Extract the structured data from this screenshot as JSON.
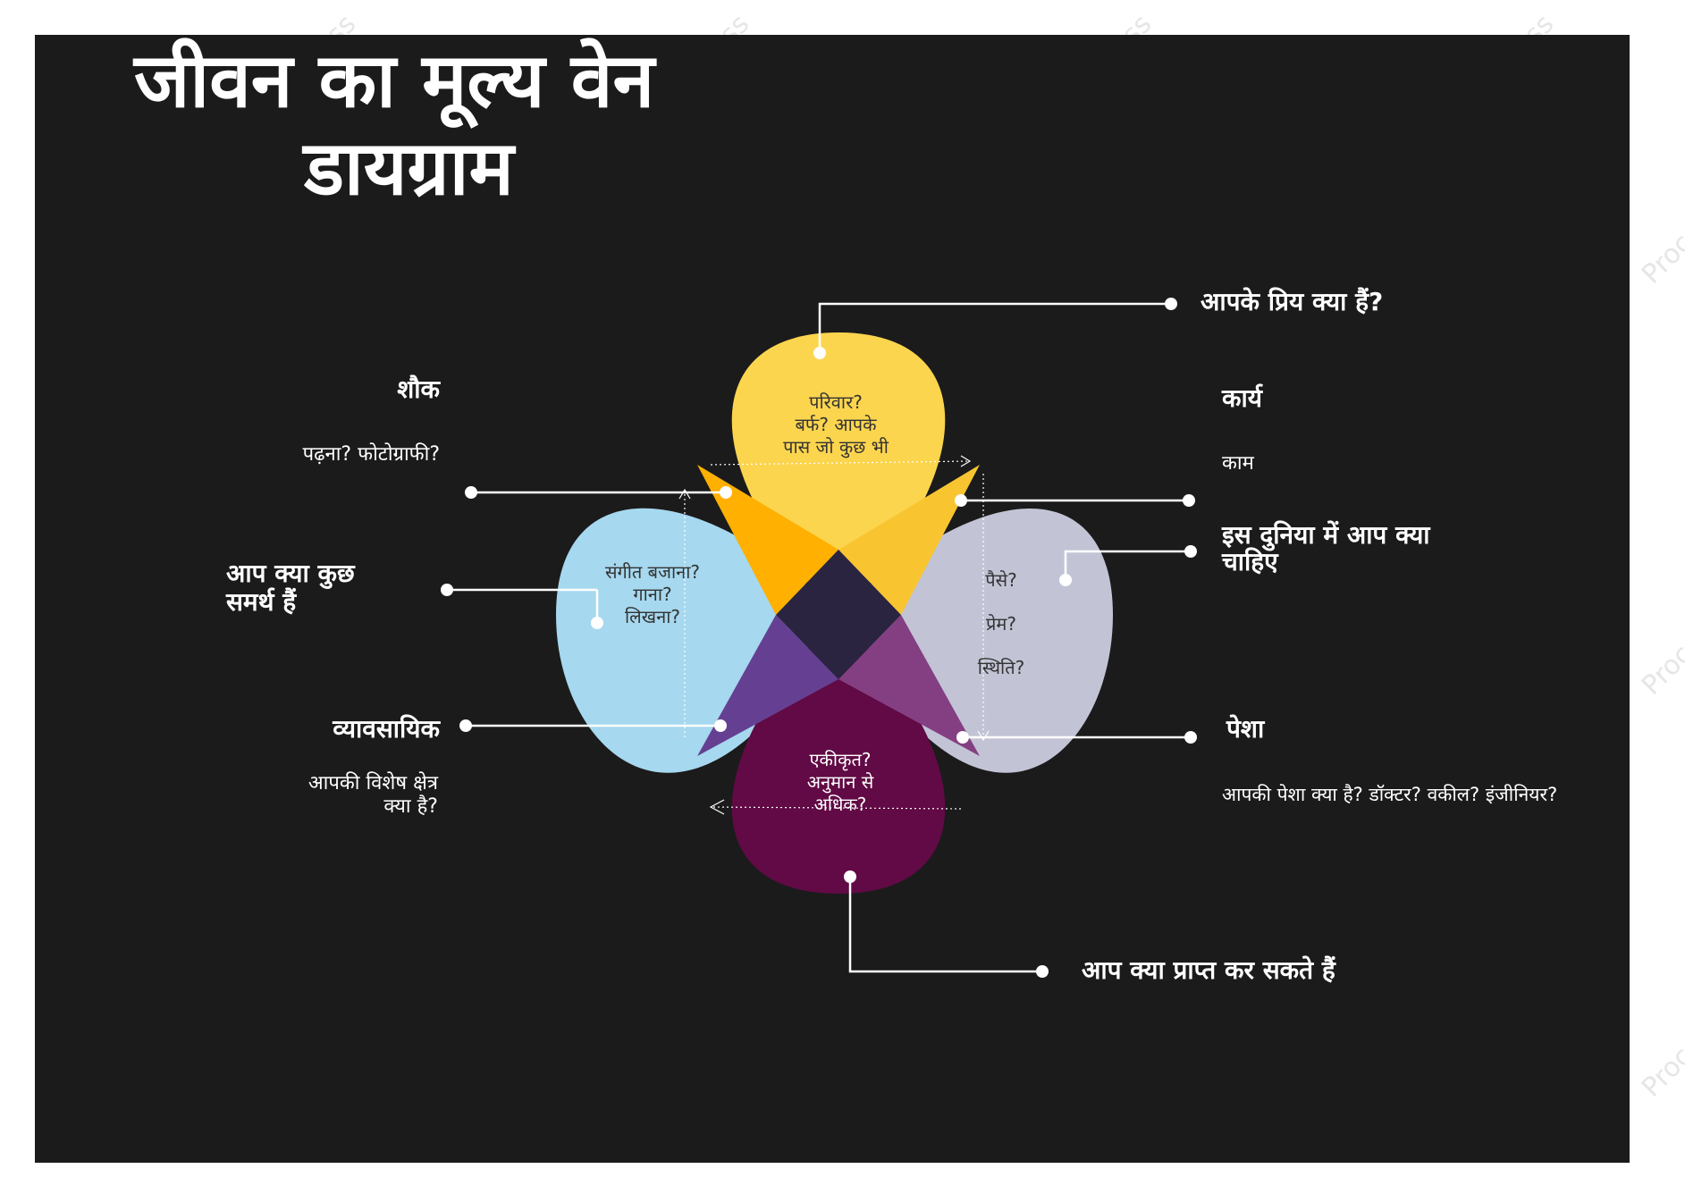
{
  "title": {
    "line1": "जीवन का मूल्य वेन",
    "line2": "डायग्राम"
  },
  "watermark": "Process",
  "colors": {
    "background": "#1b1b1b",
    "yellow": "#fcd54e",
    "yellow_overlap": "#f8c531",
    "orange_overlap": "#ffb000",
    "blue": "#a6d8ef",
    "gray": "#c2c4d6",
    "plum": "#610a45",
    "purple_overlap": "#654092",
    "violet_overlap": "#843f82",
    "center": "#2a2440",
    "line": "#ffffff"
  },
  "circles": {
    "top": [
      "परिवार?",
      "बर्फ? आपके",
      "पास जो कुछ भी"
    ],
    "left": [
      "संगीत बजाना?",
      "गाना?",
      "लिखना?"
    ],
    "right": [
      "पैसे?",
      "प्रेम?",
      "स्थिति?"
    ],
    "bottom": [
      "एकीकृत?",
      "अनुमान से",
      "अधिक?"
    ]
  },
  "labels": {
    "love_question": "आपके प्रिय क्या हैं?",
    "hobby_heading": "शौक",
    "hobby_sub": "पढ़ना? फोटोग्राफी?",
    "work_heading": "कार्य",
    "work_sub": "काम",
    "world_needs": [
      "इस दुनिया में आप क्या",
      "चाहिए"
    ],
    "good_at": [
      "आप क्या कुछ",
      "समर्थ हैं"
    ],
    "professional_heading": "व्यावसायिक",
    "professional_sub": [
      "आपकी विशेष क्षेत्र",
      "क्या है?"
    ],
    "profession_heading": "पेशा",
    "profession_sub": "आपकी पेशा क्या है? डॉक्टर? वकील? इंजीनियर?",
    "earn_question": "आप क्या प्राप्त कर सकते हैं"
  }
}
